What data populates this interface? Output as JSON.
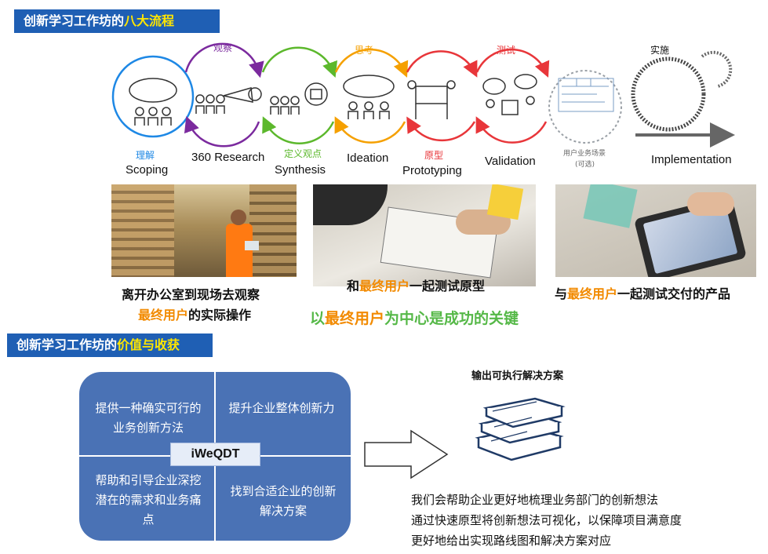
{
  "banner1": {
    "prefix": "创新学习工作坊的",
    "highlight": "八大流程"
  },
  "banner2": {
    "prefix": "创新学习工作坊的",
    "highlight": "价值与收获"
  },
  "steps": [
    {
      "cn": "理解",
      "en": "Scoping"
    },
    {
      "cn": "",
      "en": "360 Research"
    },
    {
      "cn": "定义观点",
      "en": "Synthesis"
    },
    {
      "cn": "",
      "en": "Ideation"
    },
    {
      "cn": "原型",
      "en": "Prototyping"
    },
    {
      "cn": "",
      "en": "Validation"
    },
    {
      "cn": "用户业务场景",
      "cn2": "(可选)",
      "en": ""
    },
    {
      "cn": "",
      "en": "Implementation"
    }
  ],
  "top_labels": {
    "observe": "观察",
    "think": "思考",
    "test": "测试",
    "implement": "实施"
  },
  "colors": {
    "blue": "#1e88e5",
    "purple": "#7b2a9e",
    "green": "#5cb82c",
    "orange": "#f5a000",
    "red": "#e8363a",
    "gray": "#9aa0a6",
    "banner": "#1f5fb4",
    "highlight": "#ffe600",
    "accent_orange": "#f28a00",
    "accent_green": "#55b847",
    "quad": "#4a72b5"
  },
  "captions": {
    "c1_line1": "离开办公室到现场去观察",
    "c1_line2_hl": "最终用户",
    "c1_line2_rest": "的实际操作",
    "c2_pre": "和",
    "c2_hl": "最终用户",
    "c2_rest": "一起测试原型",
    "c3_pre": "与",
    "c3_hl": "最终用户",
    "c3_rest": "一起测试交付的产品",
    "key_pre": "以",
    "key_hl": "最终用户",
    "key_rest": "为中心是成功的关键"
  },
  "quads": {
    "tl": "提供一种确实可行的业务创新方法",
    "tr": "提升企业整体创新力",
    "bl": "帮助和引导企业深挖潜在的需求和业务痛点",
    "br": "找到合适企业的创新解决方案",
    "center": "iWeQDT"
  },
  "output": {
    "title": "输出可执行解决方案",
    "lines": [
      "我们会帮助企业更好地梳理业务部门的创新想法",
      "通过快速原型将创新想法可视化，以保障项目满意度",
      "更好地给出实现路线图和解决方案对应"
    ]
  }
}
